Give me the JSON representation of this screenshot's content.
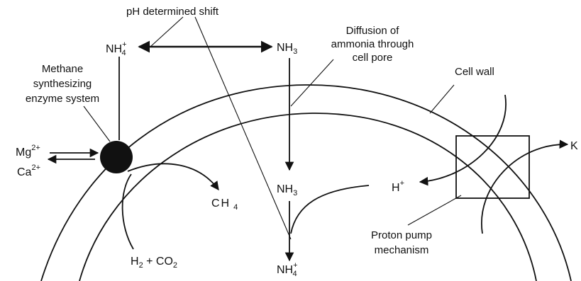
{
  "labels": {
    "ph_shift": "pH determined shift",
    "diffusion_l1": "Diffusion of",
    "diffusion_l2": "ammonia through",
    "diffusion_l3": "cell pore",
    "methane_l1": "Methane",
    "methane_l2": "synthesizing",
    "methane_l3": "enzyme system",
    "cell_wall": "Cell wall",
    "proton_l1": "Proton pump",
    "proton_l2": "mechanism"
  },
  "chem": {
    "nh4_top": {
      "base": "NH",
      "sup": "+",
      "sub": "4"
    },
    "nh3_top": {
      "base": "NH",
      "sub": "3"
    },
    "nh3_mid": {
      "base": "NH",
      "sub": "3"
    },
    "nh4_bottom": {
      "base": "NH",
      "sup": "+",
      "sub": "4"
    },
    "mg": {
      "base": "Mg",
      "sup": "2+"
    },
    "ca": {
      "base": "Ca",
      "sup": "2+"
    },
    "h_plus": {
      "base": "H",
      "sup": "+"
    },
    "ch4": {
      "base": "CH",
      "sub": "4"
    },
    "h2co2": {
      "h": "H",
      "sub2": "2",
      "plus": " + CO",
      "sub_co2": "2"
    },
    "k": {
      "base": "K"
    }
  },
  "colors": {
    "ink": "#111111",
    "background": "#ffffff"
  }
}
